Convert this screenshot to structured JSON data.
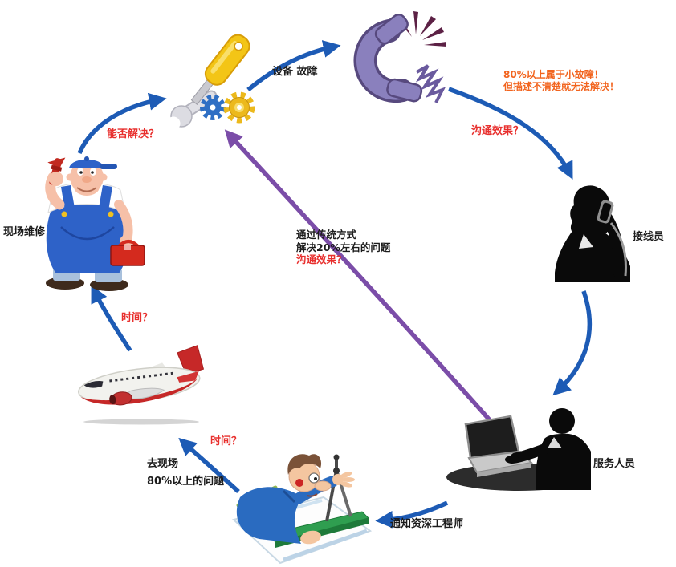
{
  "figure": {
    "title_hint": "service-workflow-cycle-diagram",
    "nodes": {
      "repairman_label": "现场维修",
      "operator_label": "接线员",
      "service_label": "服务人员",
      "engineer_label": "通知资深工程师"
    },
    "annotations": {
      "equipment_fault": "设备 故障",
      "minor_fault_1": "80%以上属于小故障！",
      "minor_fault_2": "但描述不清楚就无法解决！",
      "comm_effect_right": "沟通效果？",
      "can_solve": "能否解决？",
      "traditional_1": "通过传统方式",
      "traditional_2": "解决20%左右的问题",
      "traditional_3": "沟通效果？",
      "time_left": "时间？",
      "time_bottom": "时间？",
      "go_site_1": "去现场",
      "go_site_2": "80%以上的问题"
    },
    "colors": {
      "arrow_blue": "#1d5bb5",
      "arrow_purple": "#7b4da8",
      "text_red": "#e8302e",
      "text_orange": "#f2641e",
      "text_black": "#1c1c1c",
      "phone_purple": "#8a80bd",
      "silhouette_black": "#0a0a0a"
    }
  }
}
